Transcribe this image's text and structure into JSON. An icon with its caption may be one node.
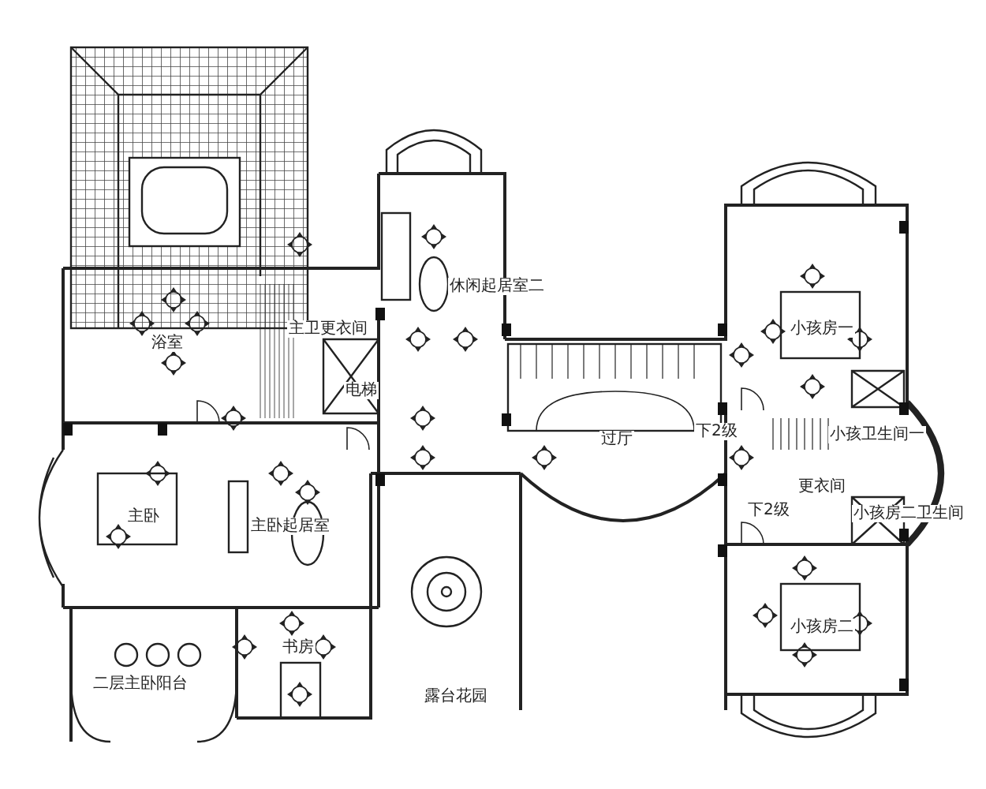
{
  "diagram": {
    "labels": [
      "浴室",
      "主卫更衣间",
      "休闲起居室二",
      "电梯",
      "小孩房一",
      "下2级",
      "小孩卫生间一",
      "过厅",
      "更衣间",
      "小孩房二卫生间",
      "下2级",
      "主卧",
      "主卧起居室",
      "小孩房二",
      "二层主卧阳台",
      "书房",
      "露台花园"
    ]
  }
}
